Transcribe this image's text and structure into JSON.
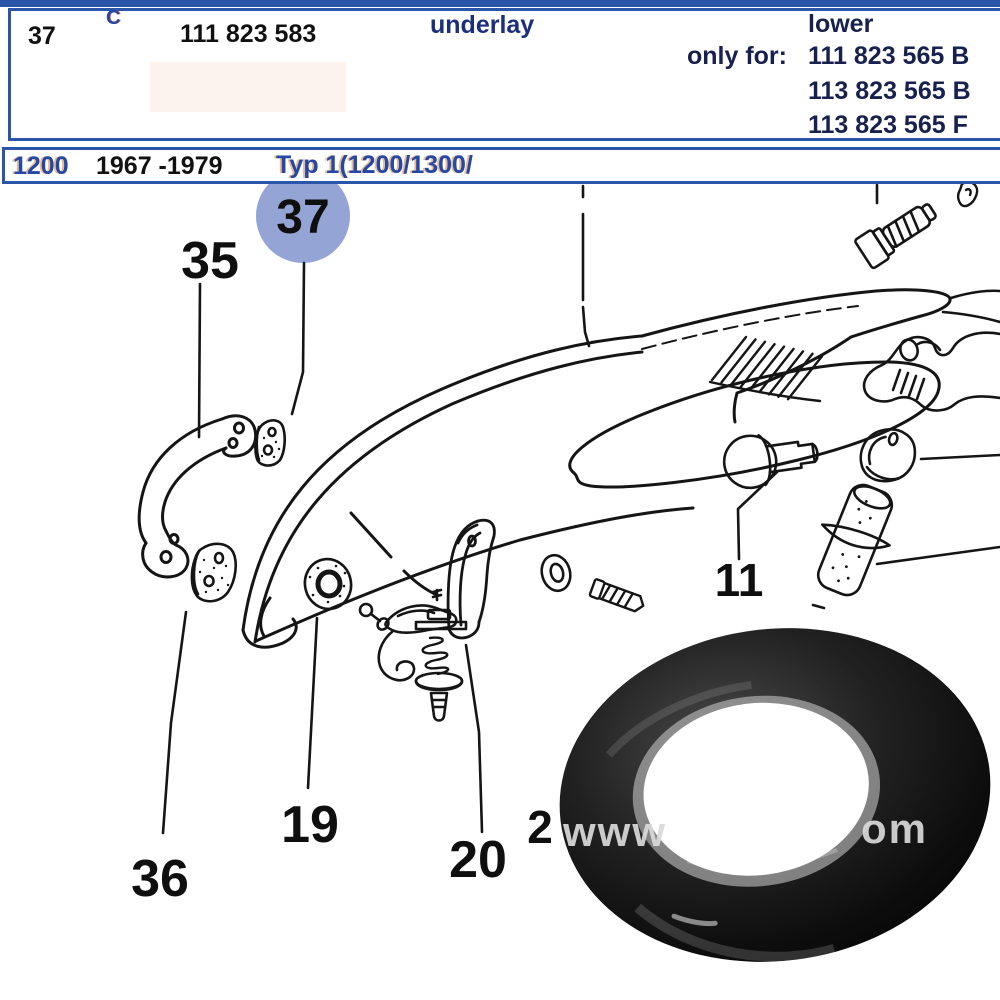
{
  "header": {
    "item_no": "37",
    "copyright_symbol": "C",
    "part_number": "111 823 583",
    "description": "underlay",
    "position_note": "lower",
    "only_for_label": "only for:",
    "applicable_parts": [
      "111 823 565 B",
      "113 823 565 B",
      "113 823 565 F"
    ],
    "model": "1200",
    "years": "1967 -1979",
    "type": "Typ 1(1200/1300/"
  },
  "diagram": {
    "highlighted_item": "37",
    "labels": {
      "l35": "35",
      "l37": "37",
      "l36": "36",
      "l19": "19",
      "l20": "20",
      "l11": "11",
      "l2_partial": "2"
    }
  },
  "watermark": {
    "left": "www",
    "right": "om"
  },
  "colors": {
    "table_border": "#2b55a8",
    "highlight_circle": "#94a5d5",
    "model_text": "#2348a8",
    "description_text": "#1c2f7d",
    "line_art": "#151515"
  }
}
